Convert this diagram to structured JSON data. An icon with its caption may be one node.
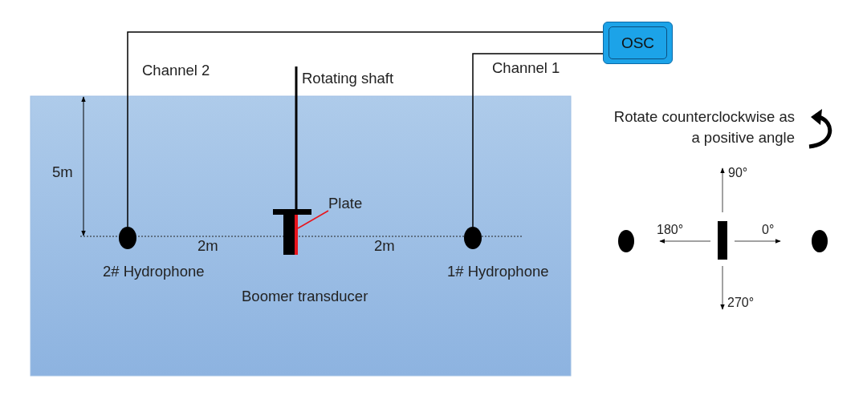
{
  "diagram": {
    "nodes": [
      {
        "text": [
          "OSC"
        ]
      },
      {
        "text": [],
        "shape": "circle",
        "beside": [
          "2# Hydrophone"
        ]
      },
      {
        "text": [
          "Plate"
        ]
      },
      {
        "text": [],
        "shape": "box",
        "beside": [
          "Boomer transducer"
        ]
      },
      {
        "text": [],
        "shape": "bar",
        "in": 3
      },
      {
        "text": [],
        "shape": "circle",
        "beside": [
          "1# Hydrophone"
        ]
      }
    ],
    "edges": [
      {
        "from": 0,
        "to": 1,
        "arrow": "none",
        "label": "Channel 2"
      },
      {
        "from": 0,
        "to": 5,
        "arrow": "none",
        "label": "Channel 1"
      },
      {
        "from": 2,
        "to": 4,
        "arrow": "none",
        "color": "#e8141c"
      }
    ],
    "labels": [
      "Rotating shaft",
      "5m",
      "2m",
      "2m",
      "Rotate counterclockwise as a positive angle",
      "90°",
      "180°",
      "0°",
      "270°"
    ]
  }
}
